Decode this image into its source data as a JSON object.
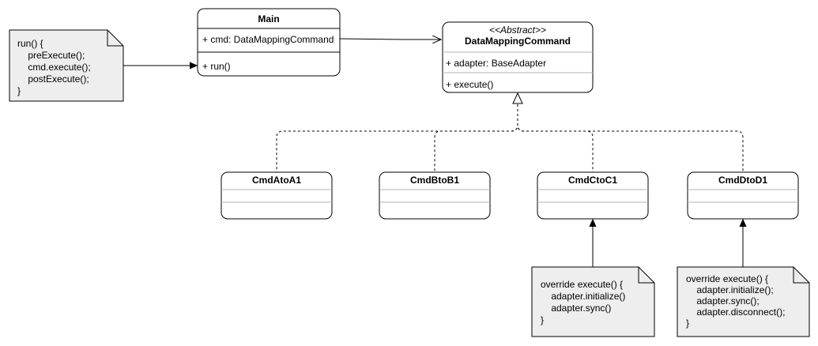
{
  "classes": {
    "main": {
      "name": "Main",
      "attribute": "+ cmd: DataMappingCommand",
      "method": "+ run()"
    },
    "dmc": {
      "stereotype": "<<Abstract>>",
      "name": "DataMappingCommand",
      "attribute": "+ adapter: BaseAdapter",
      "method": "+ execute()"
    },
    "cmd_a": {
      "name": "CmdAtoA1"
    },
    "cmd_b": {
      "name": "CmdBtoB1"
    },
    "cmd_c": {
      "name": "CmdCtoC1"
    },
    "cmd_d": {
      "name": "CmdDtoD1"
    }
  },
  "notes": {
    "run": {
      "lines": [
        "run() {",
        "    preExecute();",
        "    cmd.execute();",
        "    postExecute();",
        "}"
      ]
    },
    "c": {
      "lines": [
        "override execute() {",
        "    adapter.initialize()",
        "    adapter.sync()",
        "}"
      ]
    },
    "d": {
      "lines": [
        "override execute() {",
        "    adapter.initialize();",
        "    adapter.sync();",
        "    adapter.disconnect();",
        "}"
      ]
    }
  },
  "colors": {
    "stroke": "#000000",
    "note_fill": "#eeeeee",
    "box_fill": "#ffffff",
    "divider": "#b3b3b3"
  }
}
